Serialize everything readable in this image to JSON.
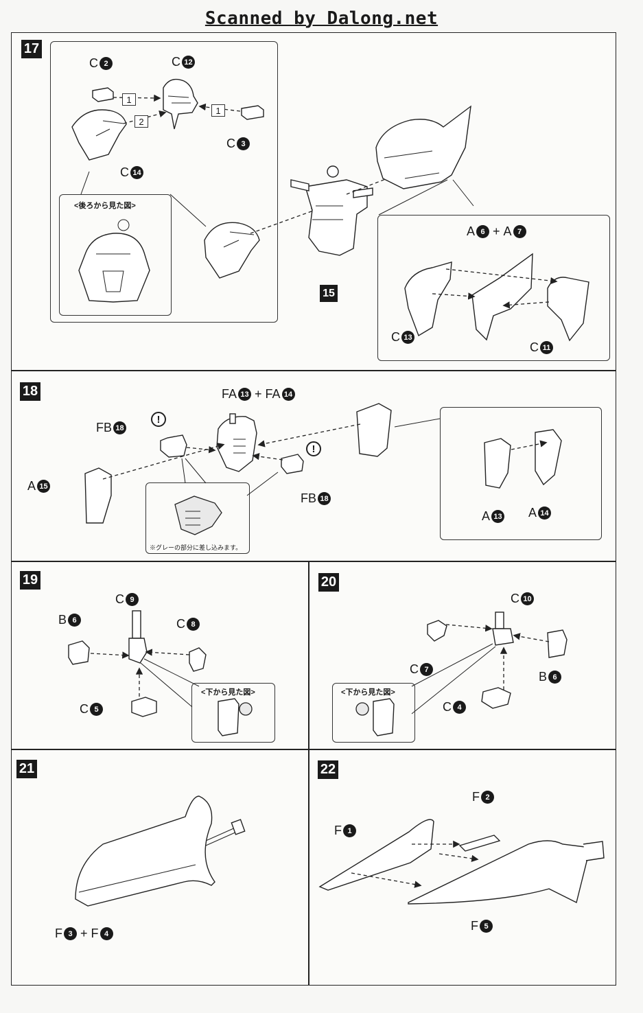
{
  "watermark": "Scanned by Dalong.net",
  "steps": {
    "s17": "17",
    "s18": "18",
    "s19": "19",
    "s20": "20",
    "s21": "21",
    "s22": "22"
  },
  "step17": {
    "c2": {
      "letter": "C",
      "num": "2"
    },
    "c12": {
      "letter": "C",
      "num": "12"
    },
    "c3": {
      "letter": "C",
      "num": "3"
    },
    "c14": {
      "letter": "C",
      "num": "14"
    },
    "tag1a": "1",
    "tag1b": "1",
    "tag2": "2",
    "back_view_caption": "<後ろから見た図>",
    "part15": "15",
    "a6a7": {
      "a": "A",
      "n1": "6",
      "plus": "+",
      "b": "A",
      "n2": "7"
    },
    "c13": {
      "letter": "C",
      "num": "13"
    },
    "c11": {
      "letter": "C",
      "num": "11"
    }
  },
  "step18": {
    "fa": {
      "a": "FA",
      "n1": "13",
      "plus": "+",
      "b": "FA",
      "n2": "14"
    },
    "fb18_top": {
      "letter": "FB",
      "num": "18"
    },
    "fb18_bottom": {
      "letter": "FB",
      "num": "18"
    },
    "a15": {
      "letter": "A",
      "num": "15"
    },
    "a13": {
      "letter": "A",
      "num": "13"
    },
    "a14": {
      "letter": "A",
      "num": "14"
    },
    "warn_symbol": "!",
    "note": "※グレーの部分に差し込みます。"
  },
  "step19": {
    "c9": {
      "letter": "C",
      "num": "9"
    },
    "b6": {
      "letter": "B",
      "num": "6"
    },
    "c8": {
      "letter": "C",
      "num": "8"
    },
    "c5": {
      "letter": "C",
      "num": "5"
    },
    "bottom_view_caption": "<下から見た図>"
  },
  "step20": {
    "c10": {
      "letter": "C",
      "num": "10"
    },
    "c7": {
      "letter": "C",
      "num": "7"
    },
    "b6": {
      "letter": "B",
      "num": "6"
    },
    "c4": {
      "letter": "C",
      "num": "4"
    },
    "bottom_view_caption": "<下から見た図>"
  },
  "step21": {
    "f3f4": {
      "a": "F",
      "n1": "3",
      "plus": "+",
      "b": "F",
      "n2": "4"
    }
  },
  "step22": {
    "f2": {
      "letter": "F",
      "num": "2"
    },
    "f1": {
      "letter": "F",
      "num": "1"
    },
    "f5": {
      "letter": "F",
      "num": "5"
    }
  }
}
